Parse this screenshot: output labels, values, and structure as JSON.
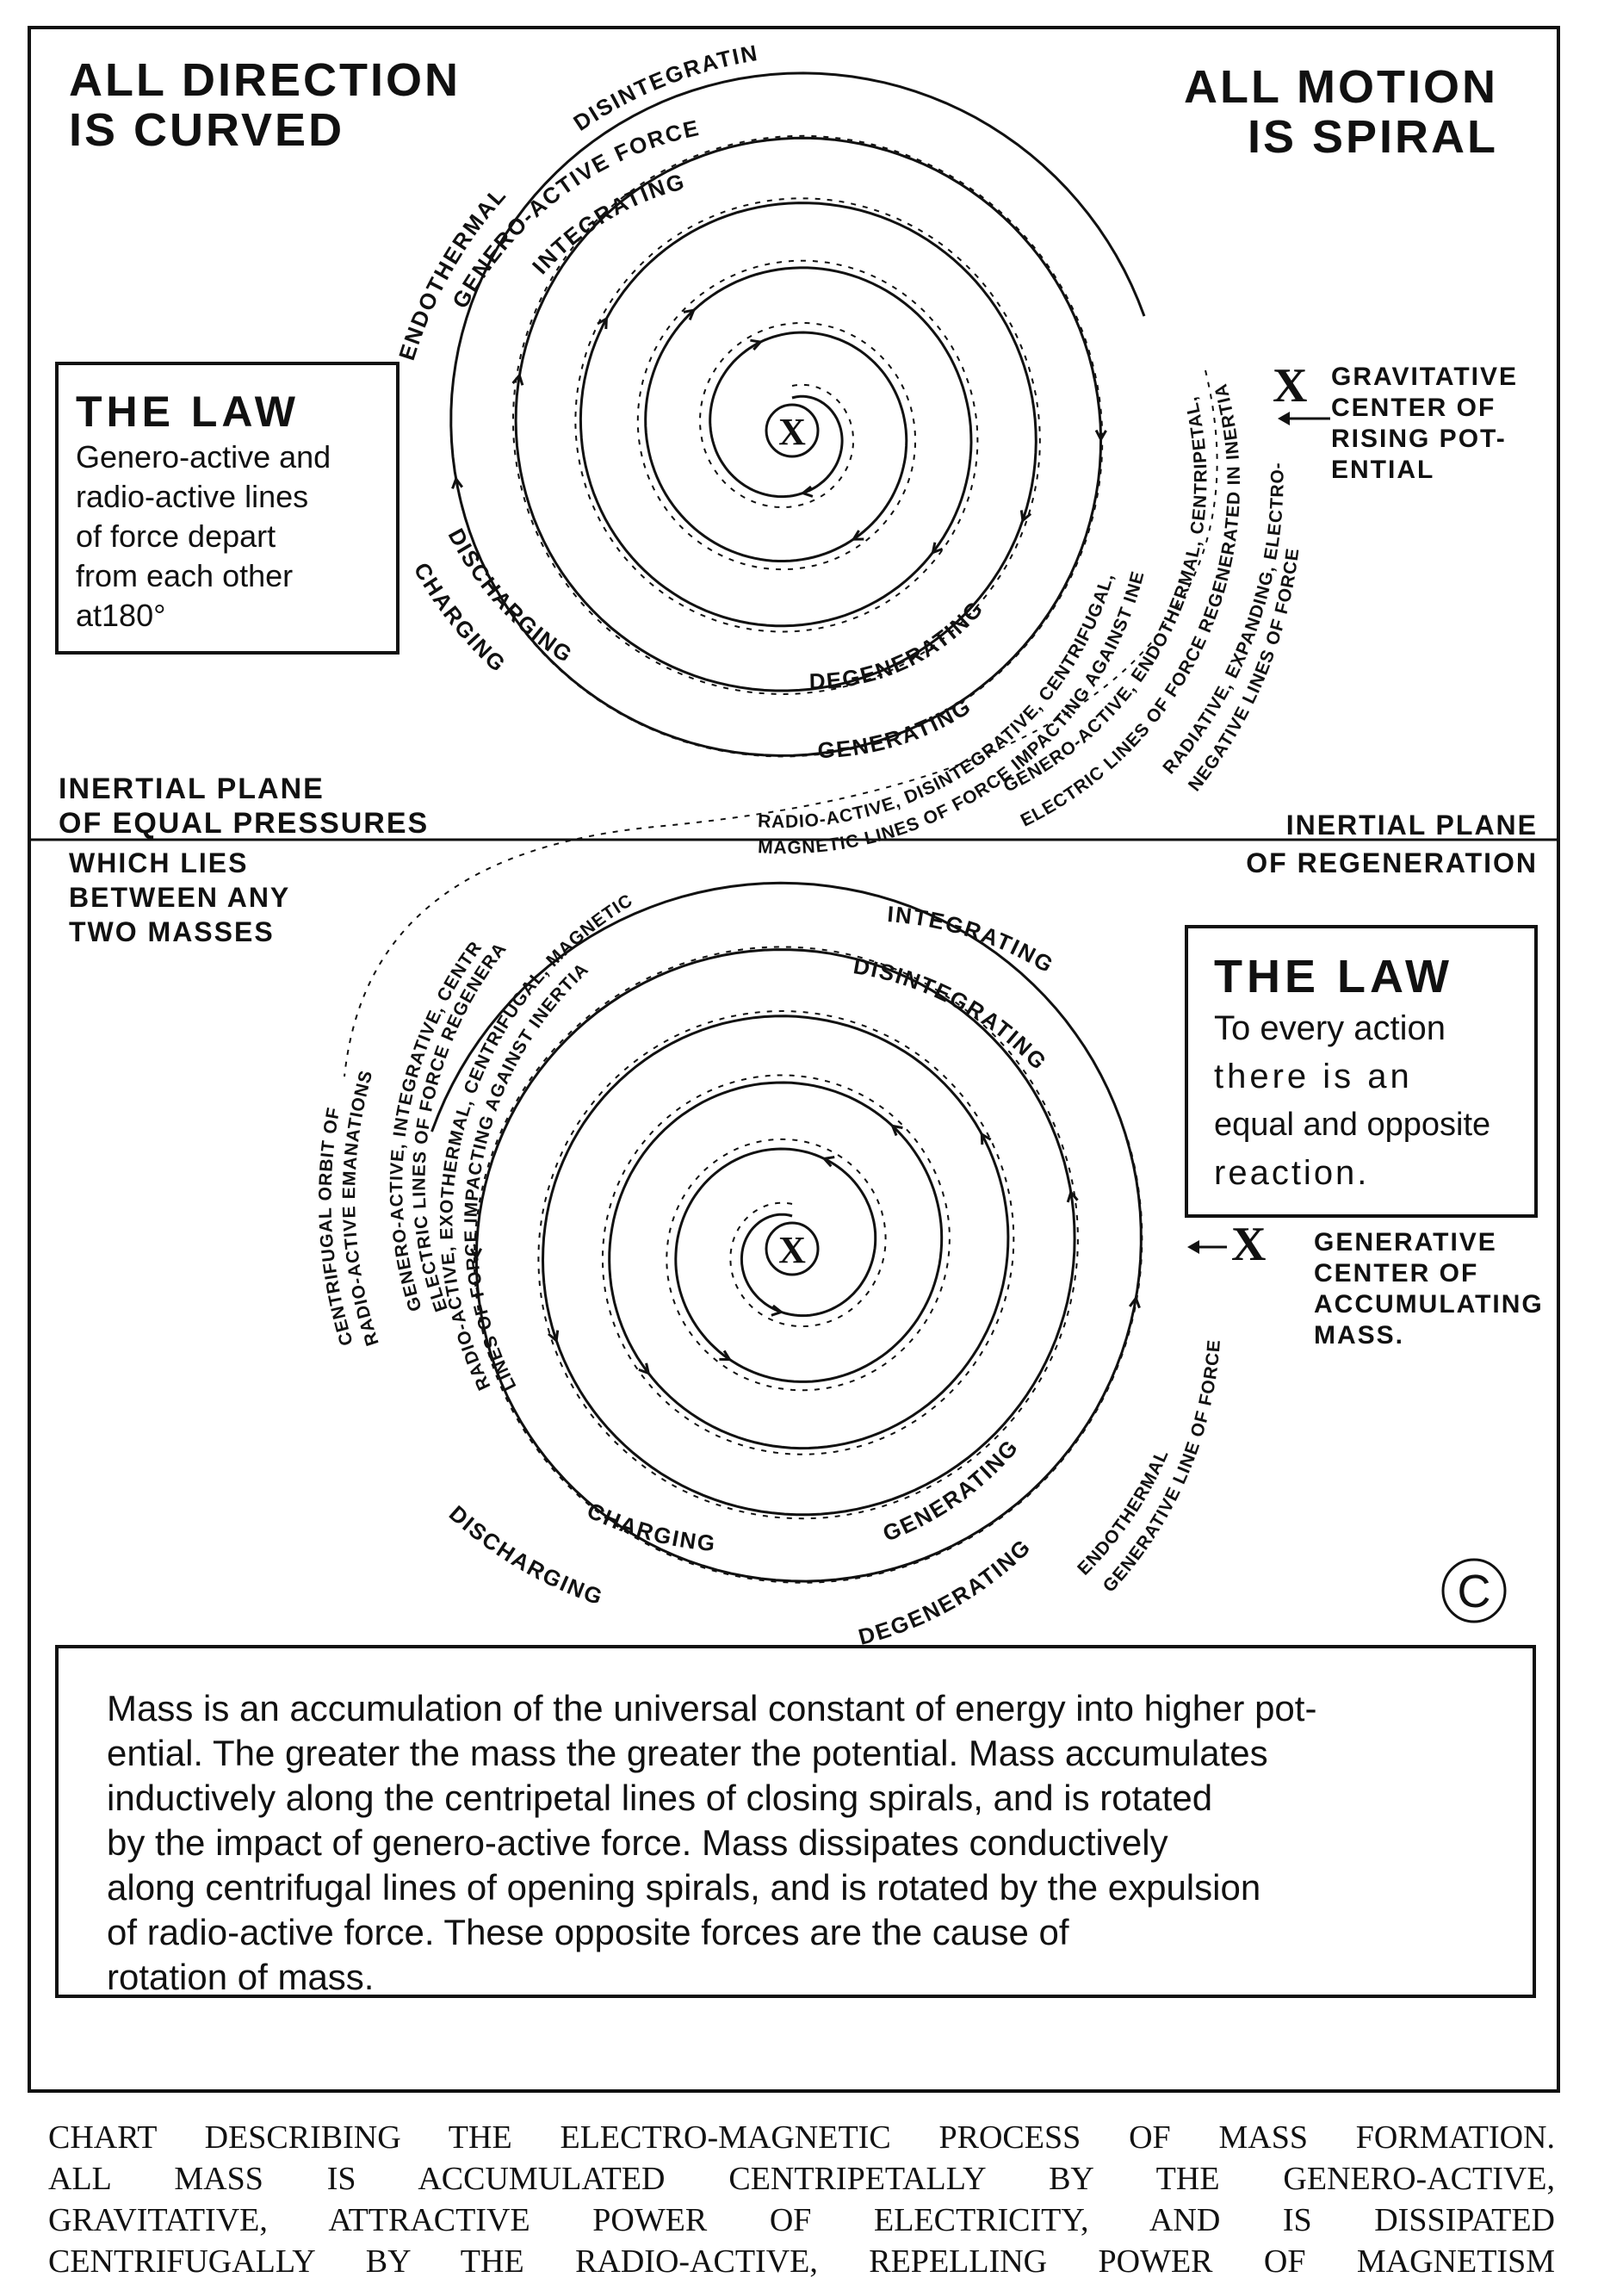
{
  "headings": {
    "top_left": [
      "ALL DIRECTION",
      "IS CURVED"
    ],
    "top_right": [
      "ALL MOTION",
      "IS SPIRAL"
    ]
  },
  "law_boxes": [
    {
      "title": "THE LAW",
      "lines": [
        "Genero-active and",
        "radio-active lines",
        "of force depart",
        "from each other",
        "at180°"
      ]
    },
    {
      "title": "THE LAW",
      "lines": [
        "To every action",
        "there is an",
        "equal and opposite",
        "reaction."
      ]
    }
  ],
  "planes": {
    "left": [
      "INERTIAL PLANE",
      "OF EQUAL PRESSURES"
    ],
    "left_below": [
      "WHICH LIES",
      "BETWEEN ANY",
      "TWO MASSES"
    ],
    "right": [
      "INERTIAL PLANE",
      "OF REGENERATION"
    ]
  },
  "centers": {
    "upper": {
      "marker": "X",
      "lines": [
        "GRAVITATIVE",
        "CENTER OF",
        "RISING POT-",
        "ENTIAL"
      ]
    },
    "lower": {
      "marker": "X",
      "lines": [
        "GENERATIVE",
        "CENTER OF",
        "ACCUMULATING",
        "MASS."
      ]
    }
  },
  "spiral_labels": {
    "upper": [
      "ENDOTHERMAL",
      "GENERO-ACTIVE FORCE",
      "DISINTEGRATING",
      "INTEGRATING",
      "DISCHARGING",
      "CHARGING",
      "DEGENERATING",
      "GENERATING",
      "RADIO-ACTIVE, DISINTEGRATIVE, CENTRIFUGAL,",
      "MAGNETIC LINES OF FORCE IMPACTING AGAINST INERTIA",
      "GENERO-ACTIVE, ENDOTHERMAL, CENTRIPETAL,",
      "ELECTRIC LINES OF FORCE REGENERATED IN INERTIA",
      "RADIATIVE, EXPANDING, ELECTRO-",
      "NEGATIVE LINES OF FORCE"
    ],
    "lower": [
      "CENTRIFUGAL ORBIT OF",
      "RADIO-ACTIVE EMANATIONS",
      "GENERO-ACTIVE, INTEGRATIVE, CENTRIPETAL",
      "ELECTRIC LINES OF FORCE REGENERATED IN INERTIA,",
      "RADIO-ACTIVE, EXOTHERMAL, CENTRIFUGAL, MAGNETIC",
      "LINES OF FORCE IMPACTING AGAINST INERTIA",
      "INTEGRATING",
      "DISINTEGRATING",
      "CHARGING",
      "GENERATING",
      "DISCHARGING",
      "DEGENERATING",
      "ENDOTHERMAL",
      "GENERATIVE LINE OF FORCE"
    ]
  },
  "copyright_symbol": "C",
  "summary_lines": [
    "Mass is an accumulation of the universal constant of energy into higher pot-",
    "ential. The greater the mass the greater the potential. Mass accumulates",
    "inductively along the centripetal lines of closing spirals, and is rotated",
    "by the impact of genero-active force. Mass dissipates conductively",
    "along centrifugal lines of opening spirals, and is rotated by the expulsion",
    "of radio-active force. These opposite forces are the cause of",
    "rotation of mass."
  ],
  "caption_lines": [
    "CHART DESCRIBING THE ELECTRO-MAGNETIC PROCESS OF MASS FORMATION.",
    "ALL MASS IS ACCUMULATED CENTRIPETALLY BY THE GENERO-ACTIVE,",
    "GRAVITATIVE, ATTRACTIVE POWER OF ELECTRICITY, AND IS DISSIPATED",
    "CENTRIFUGALLY BY THE RADIO-ACTIVE, REPELLING POWER OF MAGNETISM"
  ]
}
